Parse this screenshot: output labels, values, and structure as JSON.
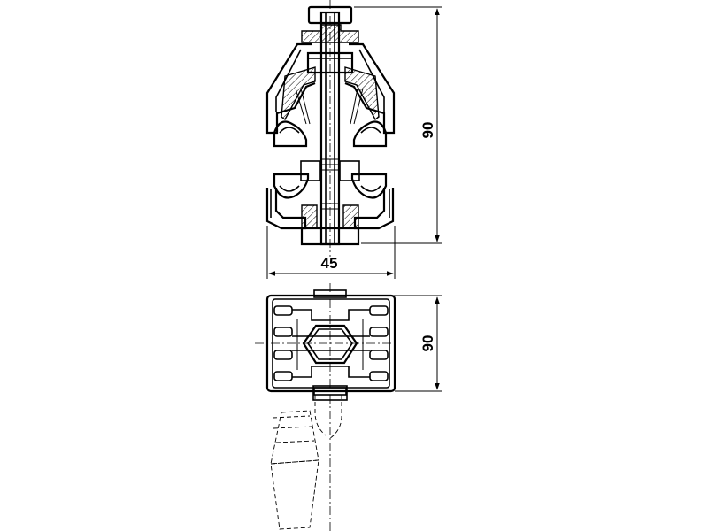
{
  "dimensions": {
    "top_height": "90",
    "top_width": "45",
    "bottom_height": "90"
  },
  "colors": {
    "ink": "#000000",
    "background": "#ffffff"
  }
}
